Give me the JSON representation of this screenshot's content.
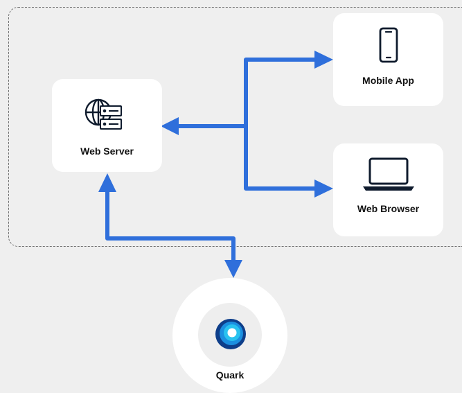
{
  "colors": {
    "background": "#efefef",
    "node_fill": "#ffffff",
    "connector": "#2f6fdb",
    "icon_dark": "#0f1b2d"
  },
  "nodes": {
    "web_server": {
      "label": "Web Server",
      "icon": "web-server-icon"
    },
    "mobile_app": {
      "label": "Mobile App",
      "icon": "smartphone-icon"
    },
    "web_browser": {
      "label": "Web Browser",
      "icon": "laptop-icon"
    },
    "quark": {
      "label": "Quark",
      "icon": "quark-logo-icon"
    }
  },
  "connectors": [
    {
      "from": "mobile_app",
      "to": "web_server",
      "arrowheads": [
        "web_server",
        "mobile_app"
      ]
    },
    {
      "from": "web_browser",
      "to": "web_server",
      "arrowheads": [
        "web_server",
        "web_browser"
      ]
    },
    {
      "from": "web_server",
      "to": "quark",
      "arrowheads": [
        "web_server",
        "quark"
      ]
    }
  ]
}
